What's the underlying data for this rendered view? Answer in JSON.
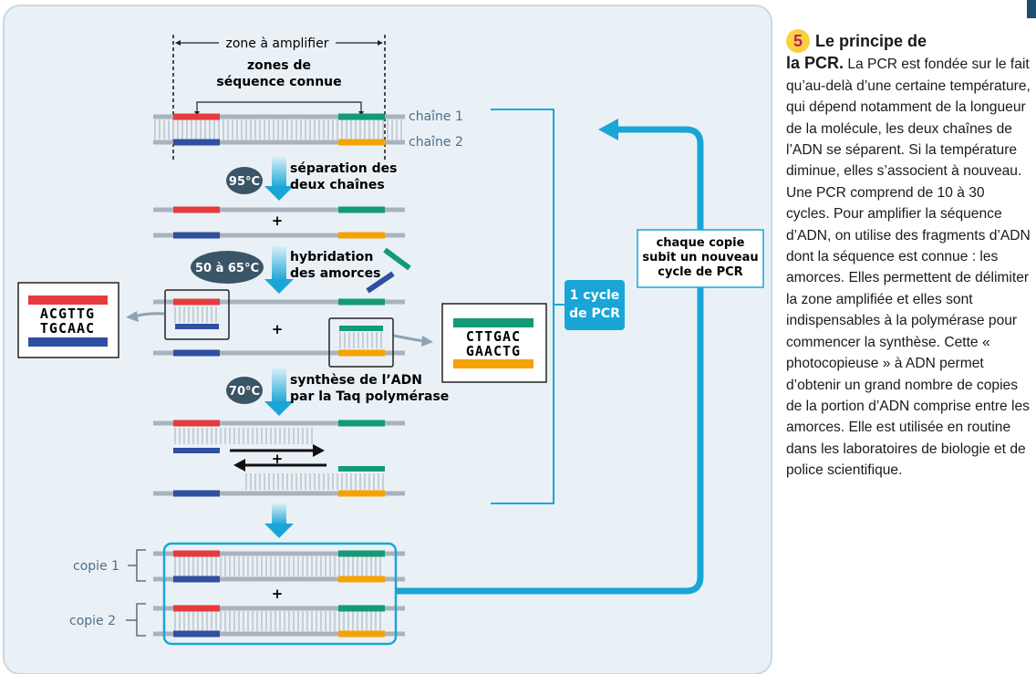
{
  "labels": {
    "zone_amplifier": "zone à amplifier",
    "zones_line1": "zones de",
    "zones_line2": "séquence connue",
    "chaine1": "chaîne 1",
    "chaine2": "chaîne 2",
    "temp1": "95°C",
    "step1_line1": "séparation des",
    "step1_line2": "deux chaînes",
    "temp2": "50 à 65°C",
    "step2_line1": "hybridation",
    "step2_line2": "des amorces",
    "temp3": "70°C",
    "step3_line1": "synthèse de l’ADN",
    "step3_line2": "par la Taq polymérase",
    "plus": "+",
    "cycle_line1": "1 cycle",
    "cycle_line2": "de PCR",
    "copy_line1": "chaque copie",
    "copy_line2": "subit un nouveau",
    "copy_line3": "cycle de PCR",
    "copie1": "copie 1",
    "copie2": "copie 2",
    "seq_left_top": "ACGTTG",
    "seq_left_bottom": "TGCAAC",
    "seq_right_top": "CTTGAC",
    "seq_right_bottom": "GAACTG"
  },
  "sidebar": {
    "number": "5",
    "title": "Le principe de",
    "lead": "la PCR.",
    "text": "La PCR est fondée sur le fait qu’au-delà d’une certaine température, qui dépend notamment de la longueur de la molécule, les deux chaînes de l’ADN se séparent. Si la température diminue, elles s’associent à nouveau. Une PCR comprend de 10 à 30 cycles. Pour amplifier la séquence d’ADN, on utilise des fragments d’ADN dont la séquence est connue : les amorces. Elles permettent de délimiter la zone amplifiée et elles sont indispensables à la polymérase pour commencer la synthèse. Cette « photocopieuse » à ADN permet d’obtenir un grand nombre de copies de la portion d’ADN comprise entre les amorces. Elle est utilisée en routine dans les laboratoires de biologie et de police scientifique."
  },
  "colors": {
    "red": "#e63a3f",
    "blue": "#2f4fa0",
    "green": "#139a77",
    "orange": "#f5a300",
    "strand_gray": "#a9b3bd",
    "cyan": "#19a6d6",
    "badge": "#3a5566",
    "panel_bg": "#eaf1f6"
  }
}
